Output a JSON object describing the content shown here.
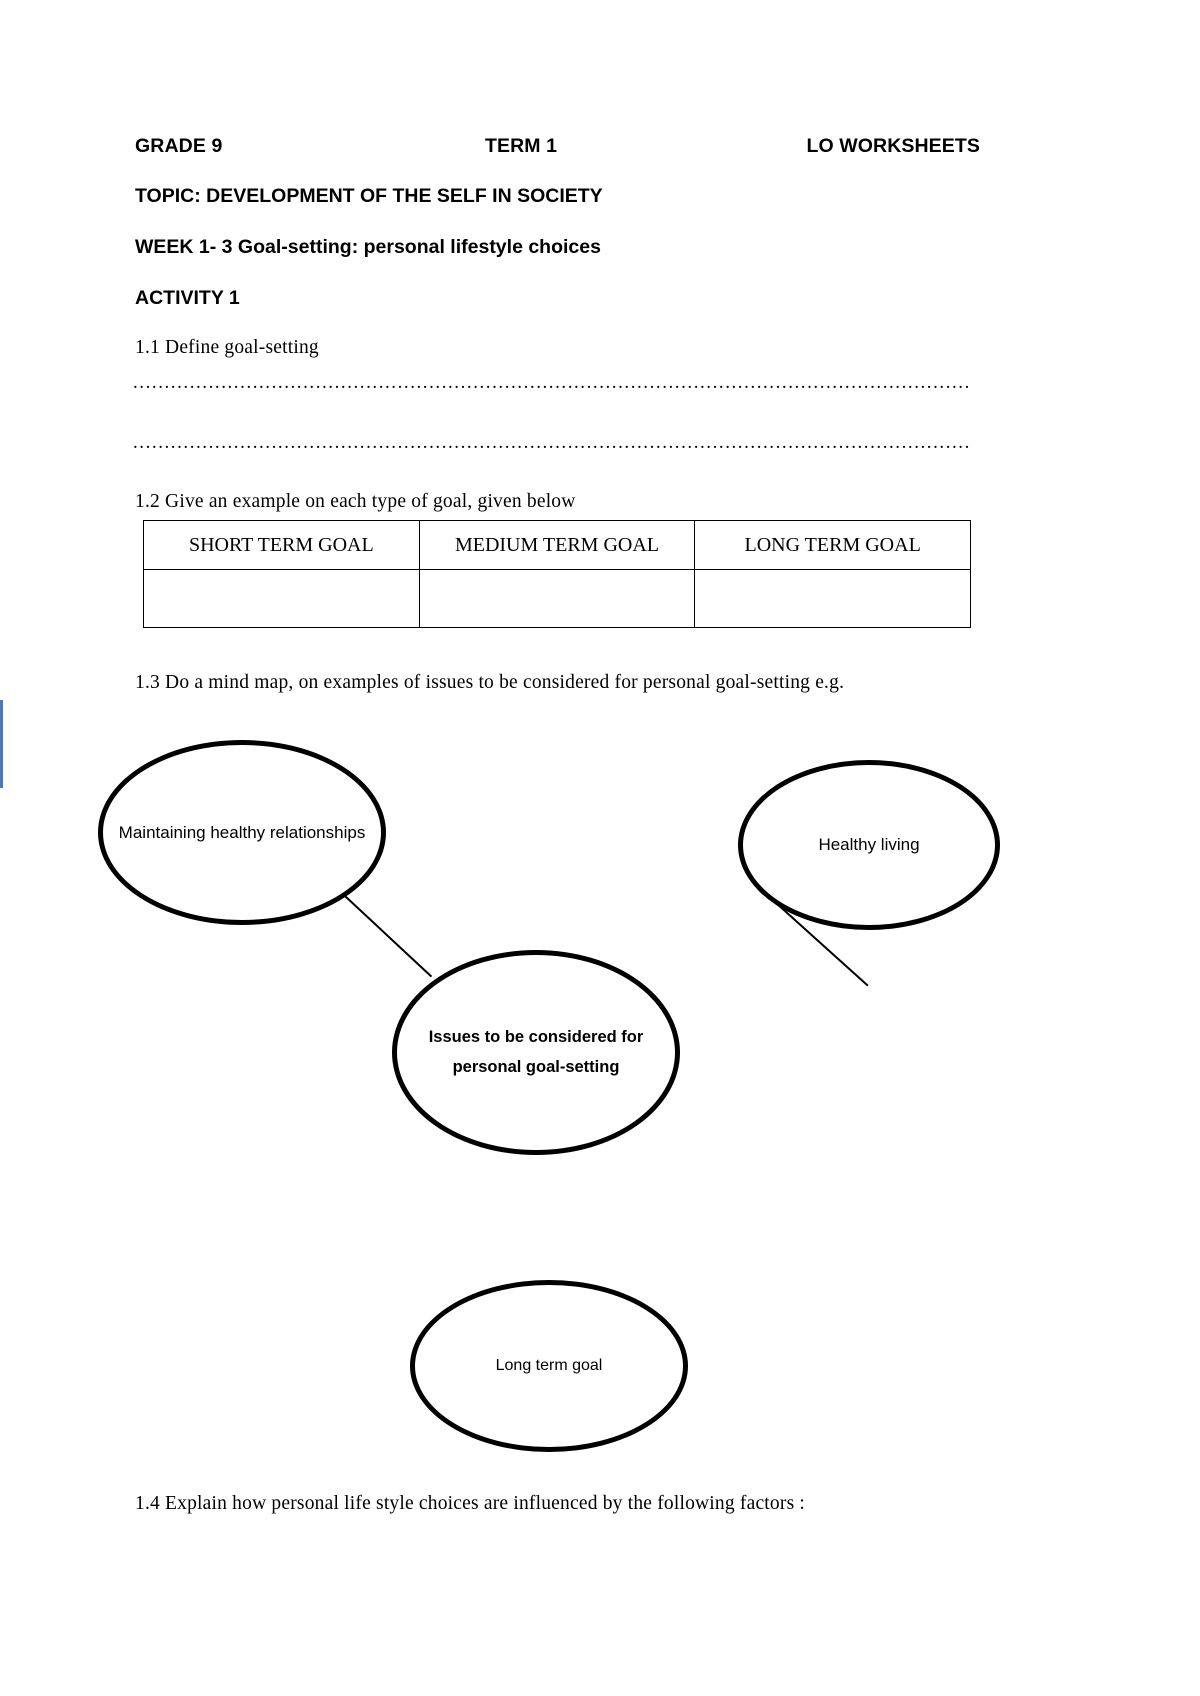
{
  "header": {
    "grade": "GRADE 9",
    "term": "TERM 1",
    "worksheets": "LO WORKSHEETS"
  },
  "topic_line": "TOPIC: DEVELOPMENT OF THE SELF IN SOCIETY",
  "week_line": "WEEK 1- 3 Goal-setting: personal lifestyle choices",
  "activity_line": "ACTIVITY 1",
  "questions": {
    "q11": "1.1 Define goal-setting",
    "q12": "1.2 Give an example on each type of goal, given below",
    "q13": "1.3 Do a mind map, on examples of issues to be considered for personal goal-setting e.g.",
    "q14": "1.4 Explain how personal life style choices are influenced by the following factors :"
  },
  "answer_lines": {
    "line1": "..................................................................................................................................................",
    "line2": ".................................................................................................................................................."
  },
  "goal_table": {
    "headers": [
      "SHORT TERM GOAL",
      "MEDIUM TERM GOAL",
      "LONG TERM GOAL"
    ],
    "rows": [
      [
        "",
        "",
        ""
      ]
    ]
  },
  "mind_map": {
    "nodes": {
      "relationships": "Maintaining healthy relationships",
      "healthy_living": "Healthy living",
      "center": "Issues to be considered for personal goal-setting",
      "long_term": "Long term goal"
    },
    "connector_color": "#000000",
    "down_connector_color": "#4a77bd"
  }
}
